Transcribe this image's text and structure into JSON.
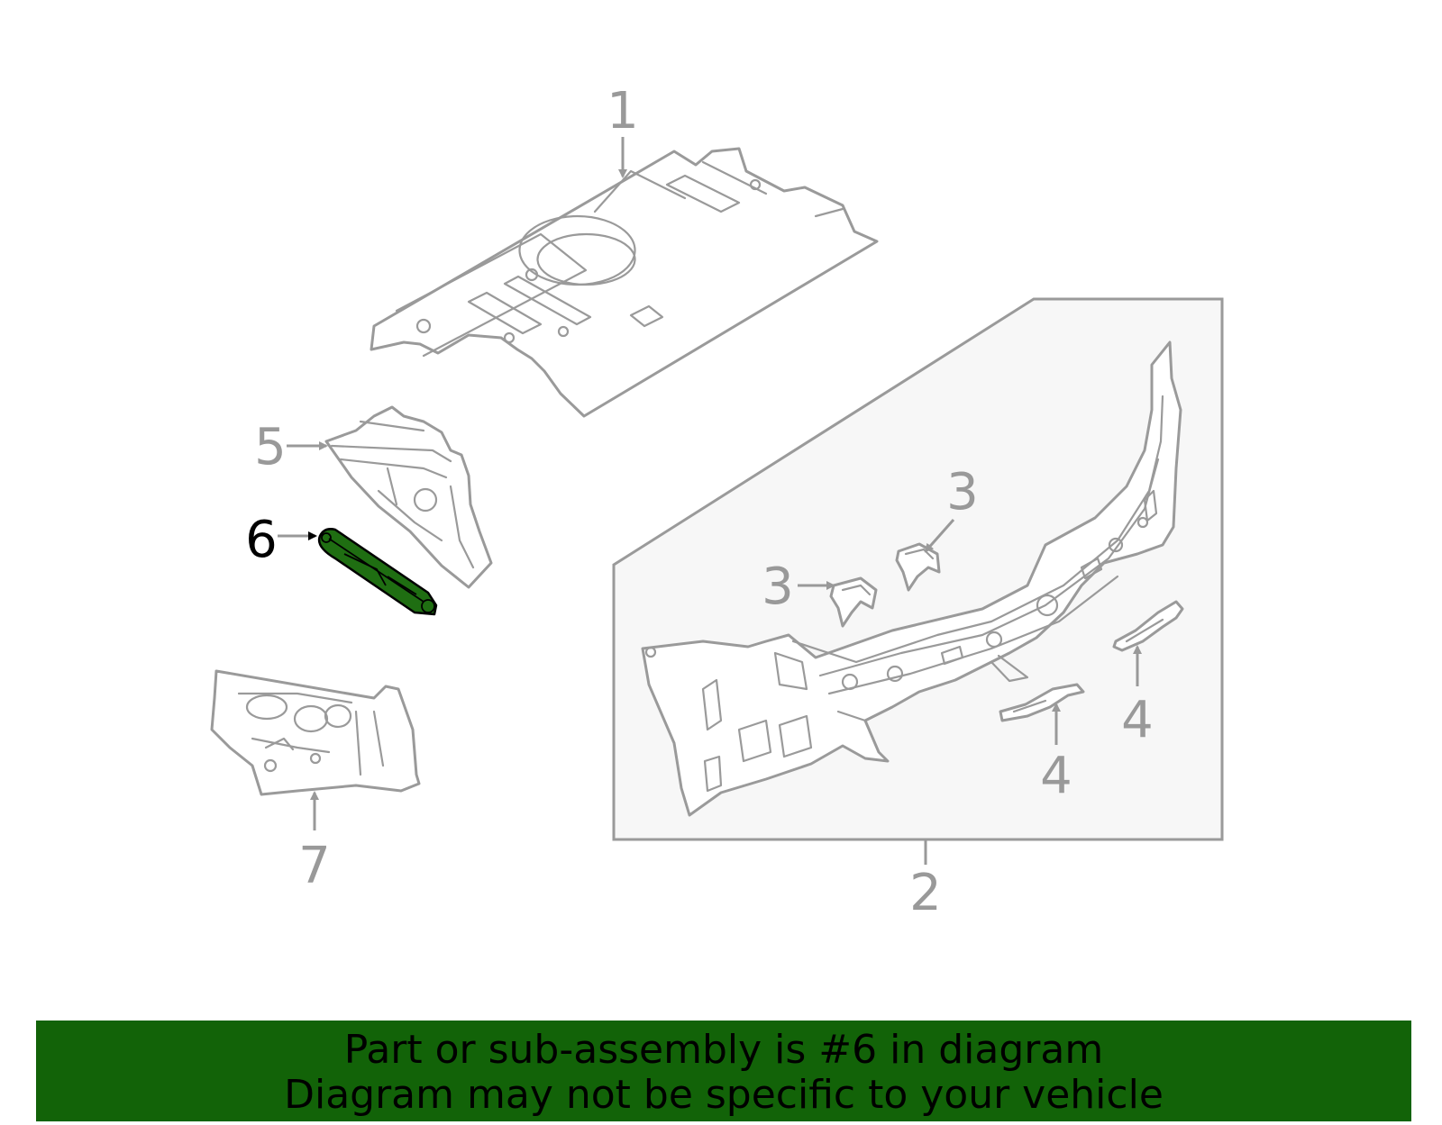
{
  "diagram": {
    "callouts": {
      "c1": "1",
      "c2": "2",
      "c3a": "3",
      "c3b": "3",
      "c4a": "4",
      "c4b": "4",
      "c5": "5",
      "c6": "6",
      "c7": "7"
    },
    "highlight_callout": "6",
    "colors": {
      "line": "#9a9a9a",
      "highlight_fill": "#1f6e12",
      "box_fill": "#f7f7f7",
      "banner_bg": "#126308"
    }
  },
  "banner": {
    "line1": "Part or sub-assembly is #6 in diagram",
    "line2": "Diagram may not be specific to your vehicle"
  }
}
